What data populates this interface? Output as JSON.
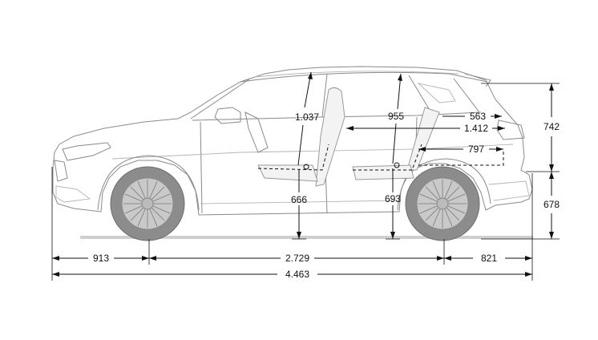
{
  "dimensions": {
    "front_overhang": "913",
    "wheelbase": "2.729",
    "rear_overhang": "821",
    "overall_length": "4.463",
    "front_headroom": "1.037",
    "rear_headroom": "955",
    "front_seat_height": "666",
    "rear_seat_height": "693",
    "cargo_length_upper": "563",
    "cargo_length_folded": "1.412",
    "cargo_length_floor": "797",
    "tailgate_opening_height": "742",
    "loading_sill_height": "678"
  },
  "colors": {
    "line": "#111111",
    "car_outline": "#8a8a8a",
    "tyre": "#8c8c8c"
  }
}
